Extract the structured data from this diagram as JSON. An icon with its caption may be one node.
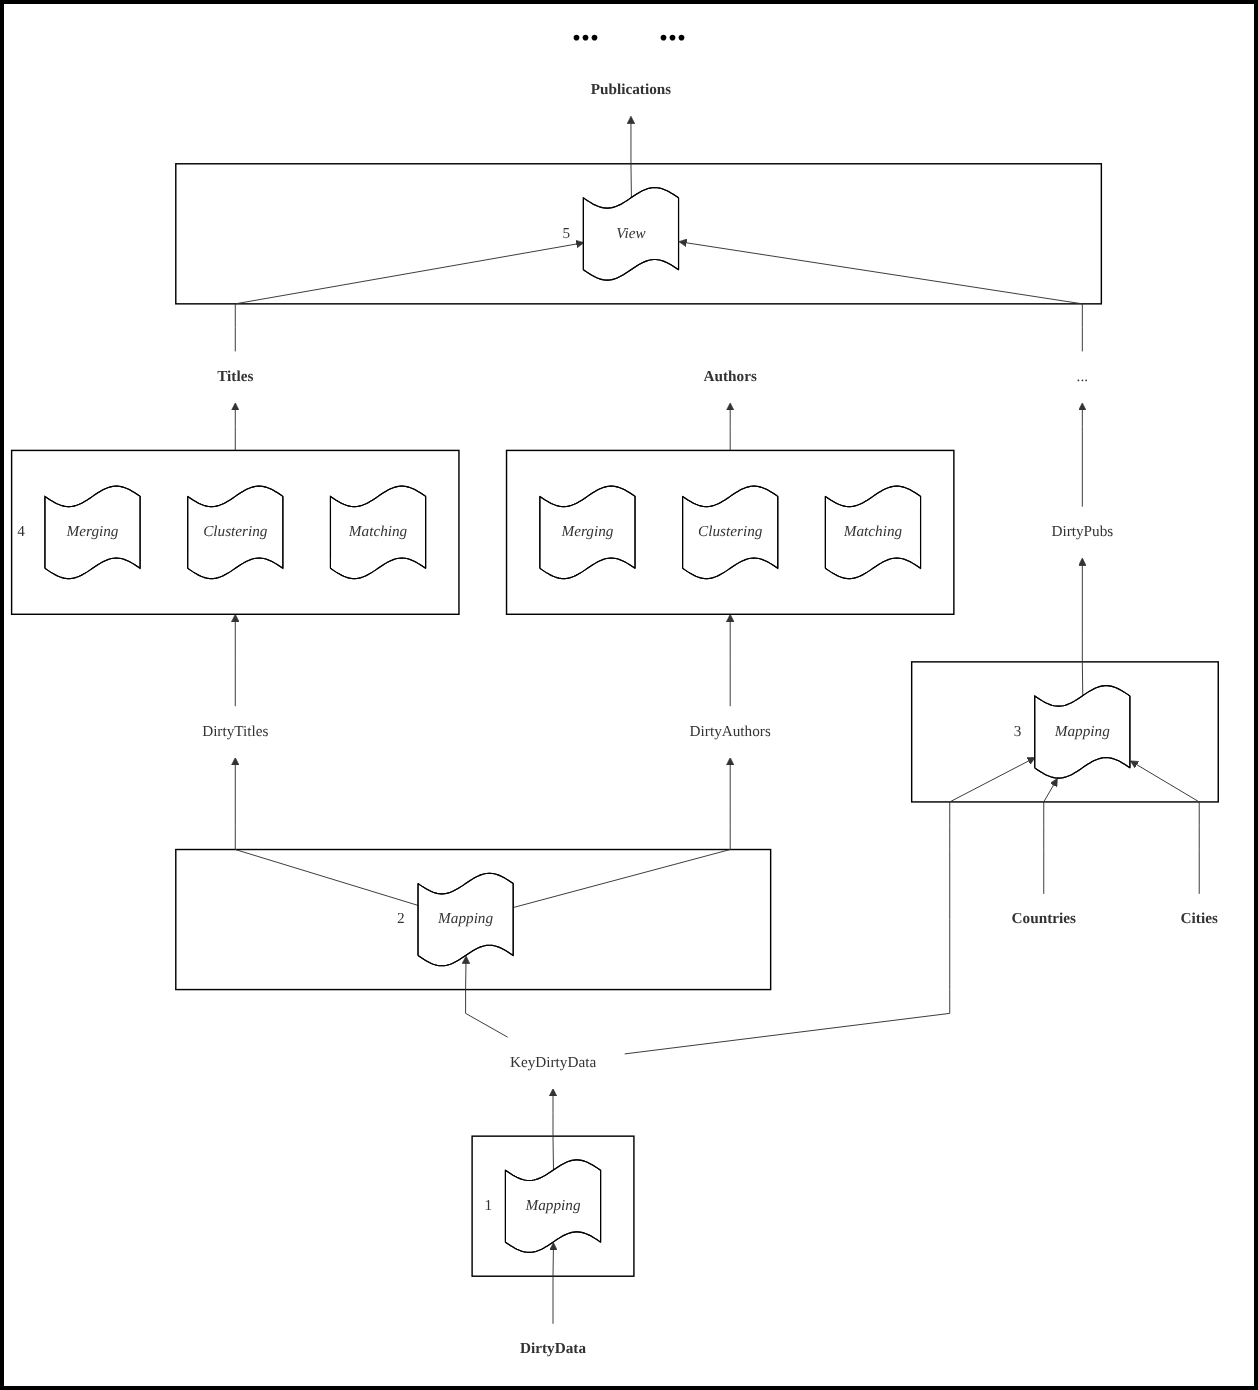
{
  "diagram": {
    "nodes": [
      {
        "text": [
          "Publications"
        ]
      },
      {
        "text": [
          "View"
        ],
        "beside": [
          "5"
        ]
      },
      {
        "text": [
          "Titles"
        ]
      },
      {
        "text": [
          "Authors"
        ]
      },
      {
        "text": [],
        "shape": "box",
        "beside": [
          "4"
        ]
      },
      {
        "text": [
          "Merging"
        ],
        "in": 4
      },
      {
        "text": [
          "Clustering"
        ],
        "in": 4
      },
      {
        "text": [
          "Matching"
        ],
        "in": 4
      },
      {
        "text": [],
        "shape": "box"
      },
      {
        "text": [
          "Merging"
        ],
        "in": 8
      },
      {
        "text": [
          "Clustering"
        ],
        "in": 8
      },
      {
        "text": [
          "Matching"
        ],
        "in": 8
      },
      {
        "text": [
          "..."
        ]
      },
      {
        "text": [
          "DirtyTitles"
        ]
      },
      {
        "text": [
          "DirtyAuthors"
        ]
      },
      {
        "text": [
          "DirtyPubs"
        ]
      },
      {
        "text": [
          "Mapping"
        ],
        "beside": [
          "3"
        ]
      },
      {
        "text": [
          "KeyDirtyData"
        ]
      },
      {
        "text": [
          "Mapping"
        ],
        "beside": [
          "2"
        ]
      },
      {
        "text": [
          "Mapping"
        ],
        "beside": [
          "1"
        ]
      },
      {
        "text": [
          "Countries"
        ]
      },
      {
        "text": [
          "Cities"
        ]
      },
      {
        "text": [
          "DirtyData"
        ]
      }
    ],
    "edges": [
      {
        "from": 1,
        "to": 0,
        "arrow": "to"
      },
      {
        "from": 2,
        "to": 1,
        "arrow": "to"
      },
      {
        "from": 4,
        "to": 2,
        "arrow": "to"
      },
      {
        "from": 8,
        "to": 3,
        "arrow": "to"
      },
      {
        "from": 12,
        "to": 1,
        "arrow": "to"
      },
      {
        "from": 15,
        "to": 12,
        "arrow": "to"
      },
      {
        "from": 13,
        "to": 4,
        "arrow": "to"
      },
      {
        "from": 14,
        "to": 8,
        "arrow": "to"
      },
      {
        "from": 18,
        "to": 13,
        "arrow": "to"
      },
      {
        "from": 18,
        "to": 14,
        "arrow": "to"
      },
      {
        "from": 16,
        "to": 15,
        "arrow": "to"
      },
      {
        "from": 17,
        "to": 16,
        "arrow": "to"
      },
      {
        "from": 17,
        "to": 18,
        "arrow": "to"
      },
      {
        "from": 19,
        "to": 17,
        "arrow": "to"
      },
      {
        "from": 20,
        "to": 16,
        "arrow": "to"
      },
      {
        "from": 21,
        "to": 16,
        "arrow": "to"
      },
      {
        "from": 22,
        "to": 19,
        "arrow": "to"
      }
    ],
    "labels": [
      "...",
      "..."
    ]
  }
}
